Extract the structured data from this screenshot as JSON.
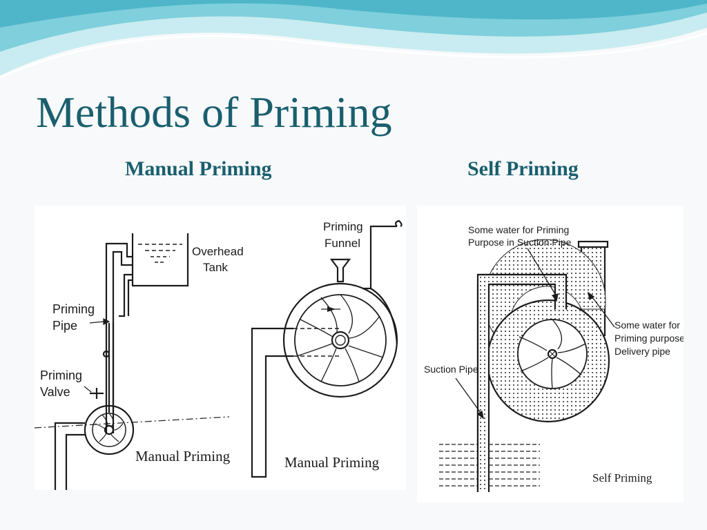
{
  "slide": {
    "title": "Methods of Priming",
    "left_heading": "Manual Priming",
    "right_heading": "Self Priming"
  },
  "colors": {
    "title": "#1a5f6e",
    "wave_dark": "#7fcfdc",
    "wave_light": "#c8ecf1",
    "ink": "#1b1b1b"
  },
  "figure1": {
    "overhead_tank_line1": "Overhead",
    "overhead_tank_line2": "Tank",
    "priming_pipe_line1": "Priming",
    "priming_pipe_line2": "Pipe",
    "priming_valve_line1": "Priming",
    "priming_valve_line2": "Valve",
    "caption": "Manual Priming"
  },
  "figure2": {
    "priming_funnel_line1": "Priming",
    "priming_funnel_line2": "Funnel",
    "caption": "Manual Priming"
  },
  "figure3": {
    "suction_note_line1": "Some water for Priming",
    "suction_note_line2": "Purpose in Suction Pipe",
    "delivery_note_line1": "Some water for",
    "delivery_note_line2": "Priming purpose in",
    "delivery_note_line3": "Delivery pipe",
    "suction_pipe": "Suction Pipe",
    "caption": "Self Priming"
  }
}
